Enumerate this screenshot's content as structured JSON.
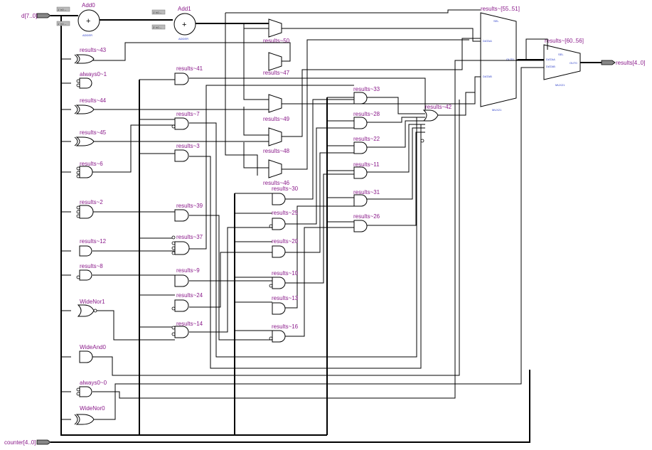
{
  "ports": {
    "in_d": "d[7..0]",
    "in_counter": "counter[4..0]",
    "out_results": "results[4..0]"
  },
  "adders": [
    {
      "label": "Add0",
      "sub": "ADDER",
      "c1": "1' h0 --",
      "c2": "1' h0 --"
    },
    {
      "label": "Add1",
      "sub": "ADDER",
      "c1": "1' h0 --",
      "c2": "3' h0 --"
    }
  ],
  "muxes": [
    {
      "label": "results~[55..51]",
      "sel": "SEL",
      "a": "DATAA",
      "b": "DATAB",
      "out": "OUT0",
      "sub": "MUX21"
    },
    {
      "label": "results~[60..56]",
      "sel": "SEL",
      "a": "DATAA",
      "b": "DATAB",
      "out": "OUT0",
      "sub": "MUX21"
    }
  ],
  "small_mux_labels": [
    "results~50",
    "results~47",
    "results~49",
    "results~48",
    "results~46"
  ],
  "gate_labels": [
    "results~43",
    "always0~1",
    "results~44",
    "results~45",
    "results~6",
    "results~2",
    "results~12",
    "results~8",
    "WideNor1",
    "WideAnd0",
    "always0~0",
    "WideNor0",
    "results~41",
    "results~7",
    "results~3",
    "results~39",
    "results~37",
    "results~9",
    "results~24",
    "results~14",
    "results~30",
    "results~25",
    "results~20",
    "results~10",
    "results~13",
    "results~16",
    "results~33",
    "results~28",
    "results~22",
    "results~11",
    "results~31",
    "results~26",
    "results~42"
  ]
}
